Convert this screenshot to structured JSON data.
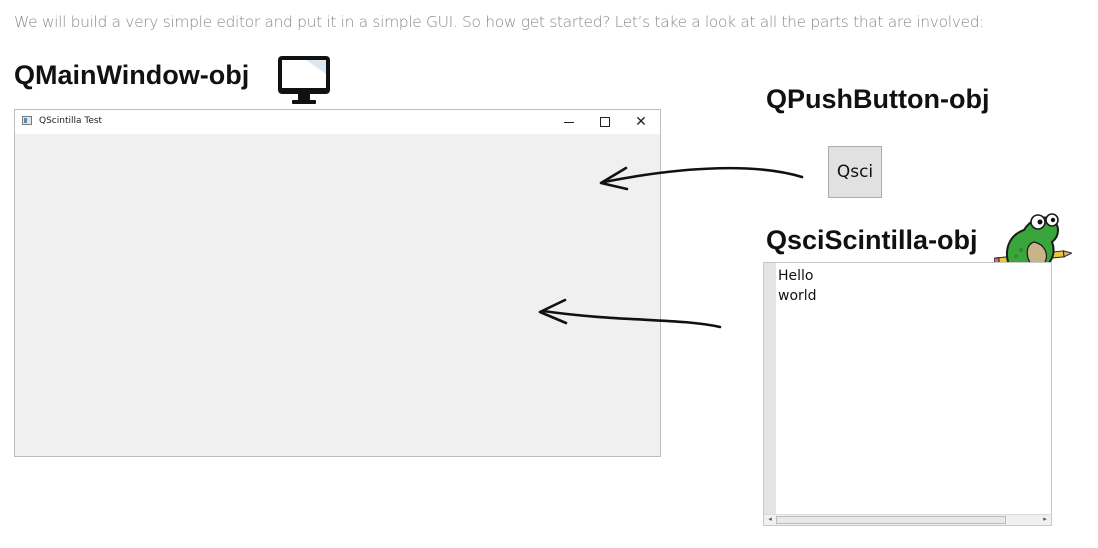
{
  "intro_text": "We will build a very simple editor and put it in a simple GUI. So how get started? Let’s take a look at all the parts that are involved:",
  "headings": {
    "main_window": "QMainWindow-obj",
    "push_button": "QPushButton-obj",
    "scintilla": "QsciScintilla-obj"
  },
  "icons": {
    "monitor": "monitor-icon",
    "frog": "frog-mascot-icon",
    "app": "app-window-icon"
  },
  "main_window": {
    "title": "QScintilla Test",
    "minimize_glyph": "–",
    "maximize_glyph": "□",
    "close_glyph": "✕",
    "background": "#f0f0f0"
  },
  "push_button": {
    "label": "Qsci"
  },
  "editor": {
    "lines": [
      "Hello",
      "world"
    ],
    "scroll_left_glyph": "◂",
    "scroll_right_glyph": "▸"
  },
  "colors": {
    "frog_green": "#3aa53a",
    "frog_belly": "#c9b48a",
    "arrow": "#111111"
  }
}
